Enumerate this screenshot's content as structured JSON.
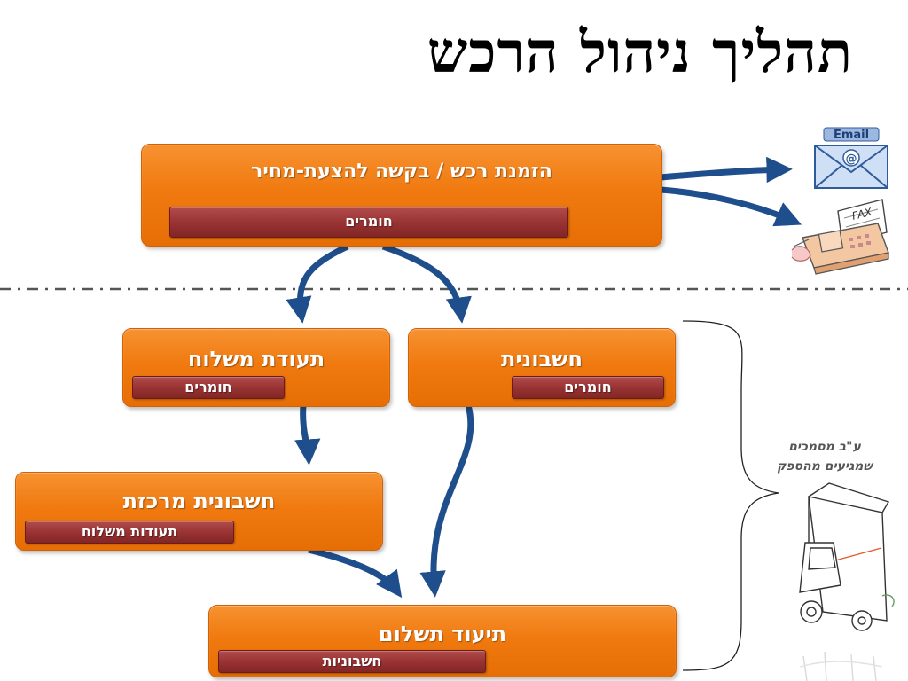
{
  "title": "תהליך ניהול הרכש",
  "boxes": {
    "order": {
      "label": "הזמנת רכש / בקשה להצעת-מחיר",
      "tag": "חומרים"
    },
    "invoice": {
      "label": "חשבונית",
      "tag": "חומרים"
    },
    "delivery": {
      "label": "תעודת משלוח",
      "tag": "חומרים"
    },
    "consolidated": {
      "label": "חשבונית מרכזת",
      "tag": "תעודות משלוח"
    },
    "payment": {
      "label": "תיעוד תשלום",
      "tag": "חשבוניות"
    }
  },
  "side_note": {
    "line1": "ע\"ב מסמכים",
    "line2": "שמגיעים מהספק"
  },
  "icons": {
    "email": {
      "text": "Email",
      "symbol": "@"
    },
    "fax": {
      "text": "FAX"
    }
  },
  "colors": {
    "box_orange": "#f07a10",
    "tag_red": "#983232",
    "arrow_blue": "#1f4e8c",
    "divider": "#555555"
  }
}
